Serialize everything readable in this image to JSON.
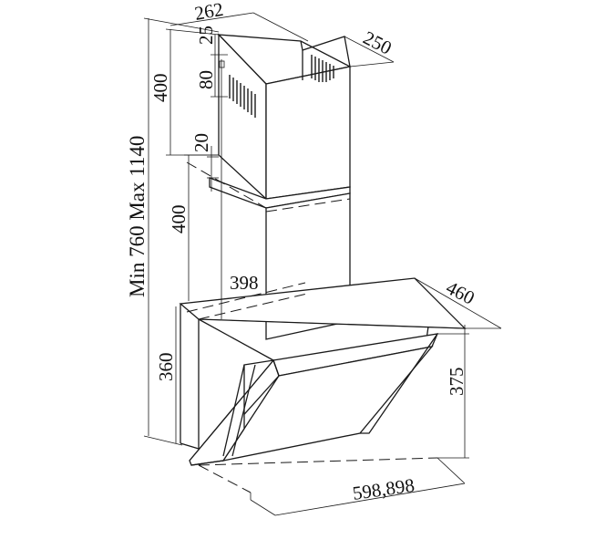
{
  "dimensions": {
    "chimney_top_width": "262",
    "chimney_top_depth": "250",
    "bracket_offset": "25",
    "grille_height": "80",
    "upper_chimney_height": "400",
    "overlap_gap": "20",
    "lower_chimney_height": "400",
    "chimney_front_width": "398",
    "hood_depth": "460",
    "hood_height": "360",
    "glass_height": "375",
    "hood_width": "598,898",
    "overall_height": "Min 760 Max 1140"
  }
}
